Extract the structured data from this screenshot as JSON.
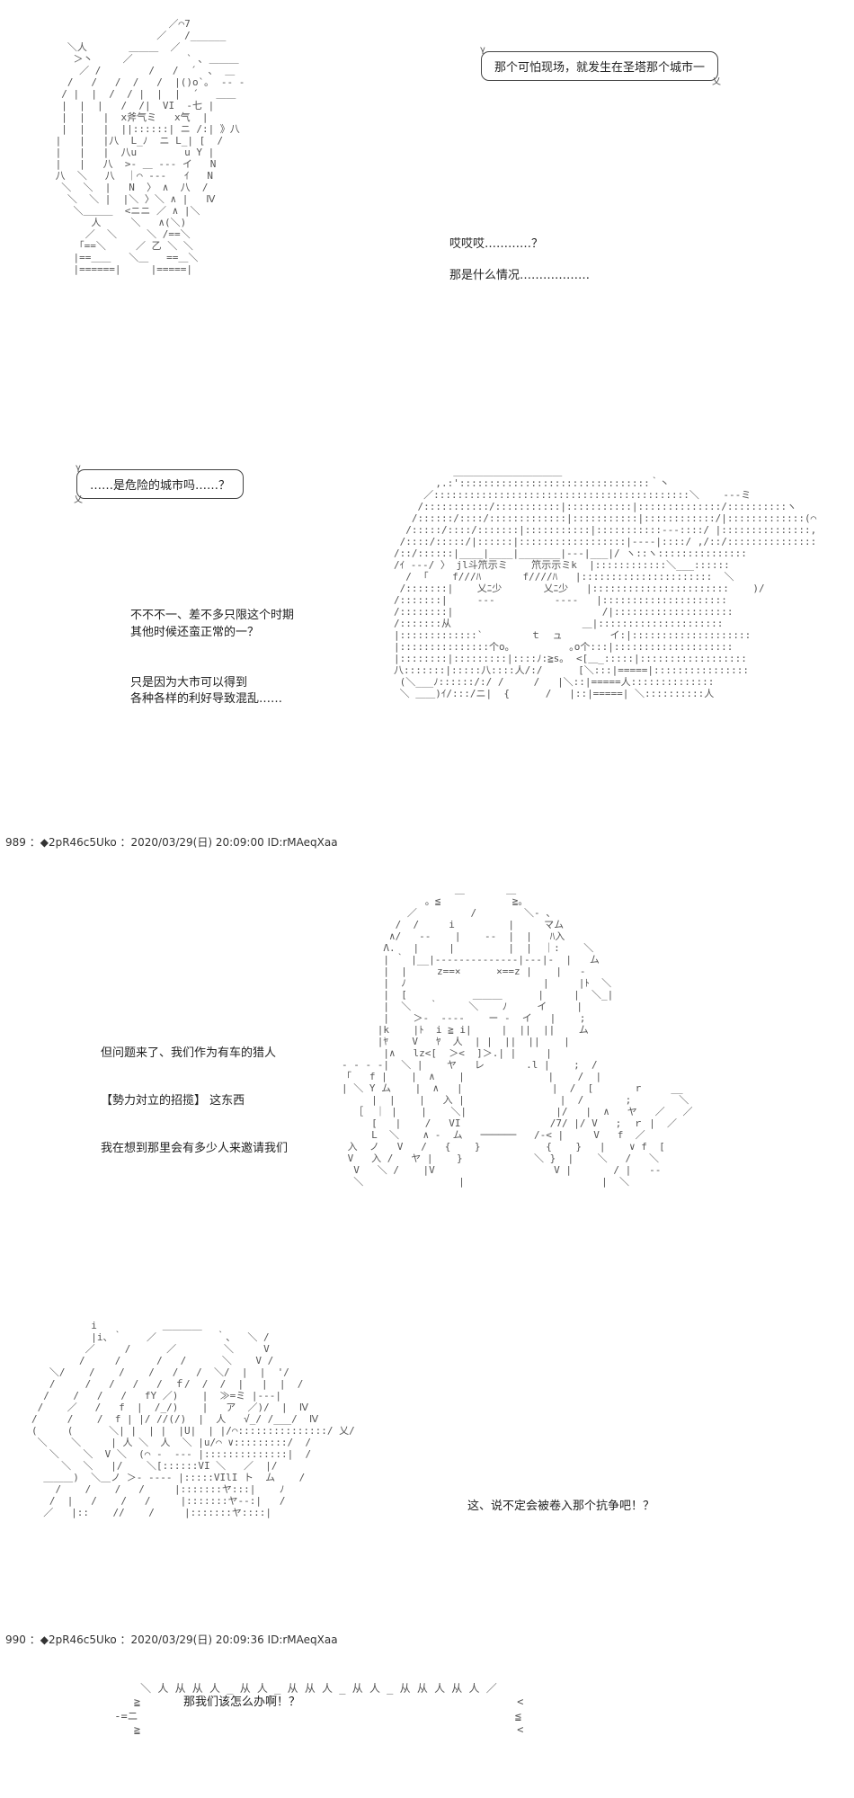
{
  "panel1": {
    "bubble1": "那个可怕现场，就发生在圣塔那个城市一",
    "line1": "哎哎哎…………？",
    "line2": "那是什么情况………………",
    "bubble2": "……是危险的城市吗……？",
    "line3": "不不不一、差不多只限这个时期",
    "line4": "其他时候还蛮正常的一？",
    "line5": "只是因为大市可以得到",
    "line6": "各种各样的利好导致混乱……"
  },
  "post989": {
    "header": "989 ：◆2pR46c5Uko ：2020/03/29(日) 20:09:00 ID:rMAeqXaa"
  },
  "panel2": {
    "line1": "但问题来了、我们作为有车的猎人",
    "line2": "【勢力対立的招揽】 这东西",
    "line3": "我在想到那里会有多少人来邀请我们"
  },
  "panel3": {
    "line1": "这、说不定会被卷入那个抗争吧！？"
  },
  "post990": {
    "header": "990 ：◆2pR46c5Uko ：2020/03/29(日) 20:09:36 ID:rMAeqXaa"
  },
  "panel4": {
    "shout": "那我们该怎么办啊！？"
  }
}
